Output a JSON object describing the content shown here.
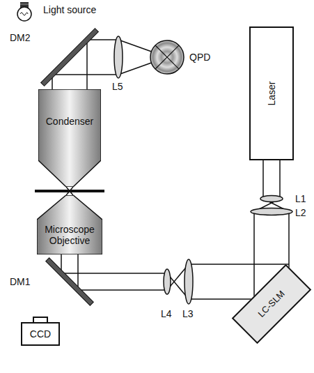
{
  "diagram": {
    "nodes": [
      {
        "text": [
          "Condenser"
        ]
      },
      {
        "text": [
          "Laser"
        ]
      },
      {
        "text": [
          "Microscope Objective"
        ]
      },
      {
        "text": [
          "LC-SLM"
        ]
      },
      {
        "text": [
          "CCD"
        ]
      }
    ],
    "edges": [
      {
        "from": 1,
        "to": 3,
        "arrow": "none"
      }
    ],
    "labels": [
      "Light source",
      "DM2",
      "L5",
      "QPD",
      "L1",
      "L2",
      "DM1",
      "L4",
      "L3"
    ]
  }
}
